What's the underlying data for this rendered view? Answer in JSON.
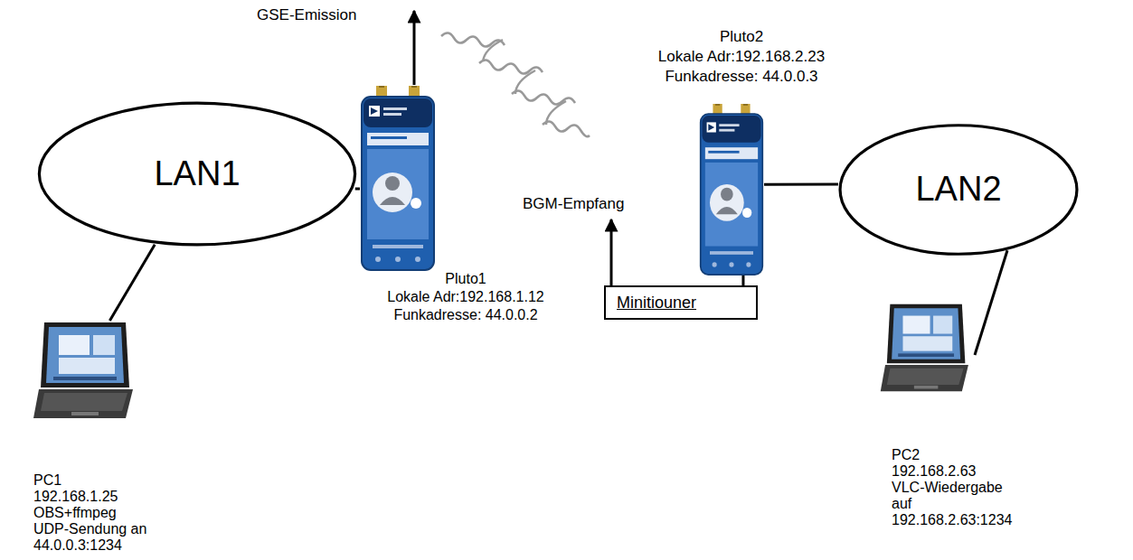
{
  "diagram": {
    "nodes": [
      {
        "text": [
          "LAN1"
        ]
      },
      {
        "text": [
          "Pluto1",
          "Lokale Adr:192.168.1.12",
          "Funkadresse: 44.0.0.2"
        ]
      },
      {
        "text": [
          "Pluto2",
          "Lokale Adr:192.168.2.23",
          "Funkadresse: 44.0.0.3"
        ]
      },
      {
        "text": [
          "LAN2"
        ]
      },
      {
        "text": [
          "Minitiouner"
        ]
      },
      {
        "text": [
          "PC1",
          "192.168.1.25",
          "OBS+ffmpeg",
          "UDP-Sendung an",
          "44.0.0.3:1234"
        ]
      },
      {
        "text": [
          "PC2",
          "192.168.2.63",
          "VLC-Wiedergabe",
          "auf",
          "192.168.2.63:1234"
        ]
      }
    ],
    "edges": [
      {
        "from": 5,
        "to": 0,
        "arrow": "none"
      },
      {
        "from": 0,
        "to": 1,
        "arrow": "none"
      },
      {
        "from": 2,
        "to": 3,
        "arrow": "none"
      },
      {
        "from": 4,
        "to": 2,
        "arrow": "none"
      },
      {
        "from": 3,
        "to": 6,
        "arrow": "none"
      }
    ],
    "labels": [
      "GSE-Emission",
      "BGM-Empfang"
    ]
  }
}
